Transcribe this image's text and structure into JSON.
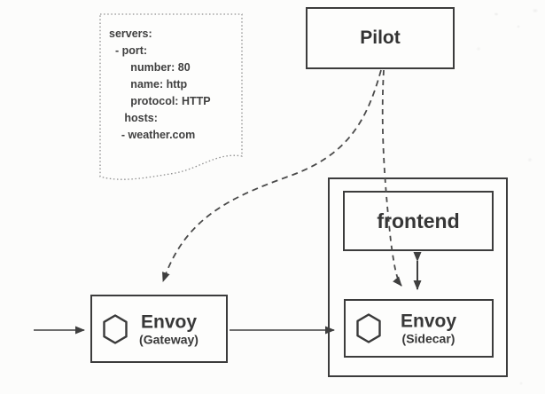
{
  "note": {
    "lines": [
      "servers:",
      "  - port:",
      "       number: 80",
      "       name: http",
      "       protocol: HTTP",
      "     hosts:",
      "    - weather.com"
    ]
  },
  "pilot": {
    "label": "Pilot"
  },
  "pod": {
    "frontend": {
      "label": "frontend"
    },
    "envoy_sidecar": {
      "title": "Envoy",
      "subtitle": "(Sidecar)",
      "icon": "hexagon-icon"
    }
  },
  "envoy_gateway": {
    "title": "Envoy",
    "subtitle": "(Gateway)",
    "icon": "hexagon-icon"
  },
  "colors": {
    "line": "#3f3f3f",
    "box_border": "#3c3c3c",
    "note_border": "#8f8f8f",
    "text": "#383838",
    "background": "#fcfcfb"
  }
}
